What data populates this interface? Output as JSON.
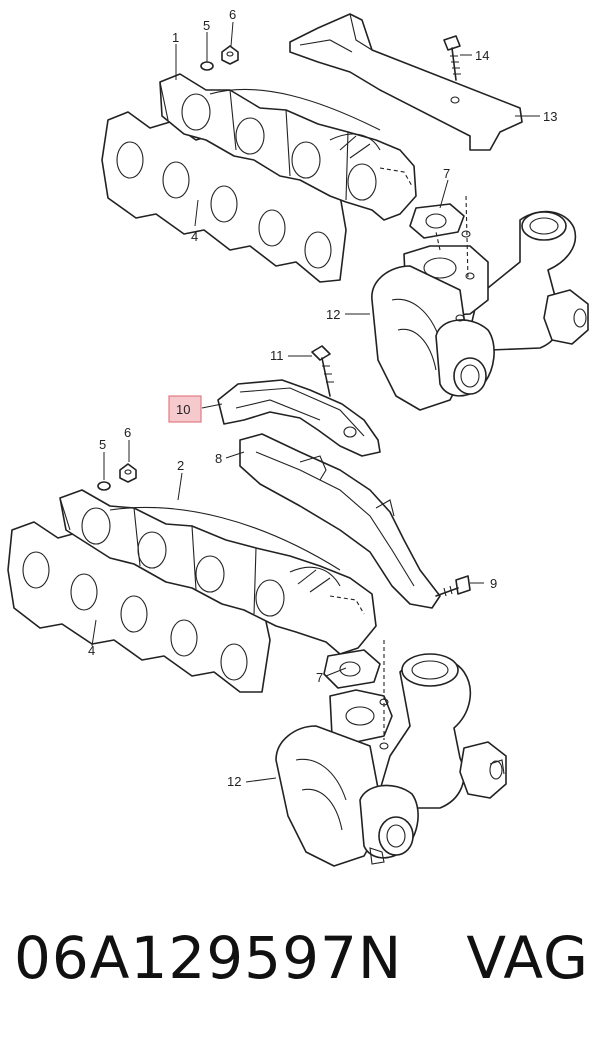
{
  "callouts": {
    "c1": "1",
    "c2": "2",
    "c4_top": "4",
    "c4_bottom": "4",
    "c5_top": "5",
    "c5_bottom": "5",
    "c6_top": "6",
    "c6_bottom": "6",
    "c7_top": "7",
    "c7_bottom": "7",
    "c8": "8",
    "c9": "9",
    "c10": "10",
    "c11": "11",
    "c12_top": "12",
    "c12_bottom": "12",
    "c13": "13",
    "c14": "14"
  },
  "highlighted_callout": "10",
  "footer": {
    "part_number": "06A129597N",
    "brand": "VAG"
  },
  "colors": {
    "line": "#222222",
    "highlight_fill": "#f6c9cc",
    "highlight_border": "#e07b84"
  }
}
